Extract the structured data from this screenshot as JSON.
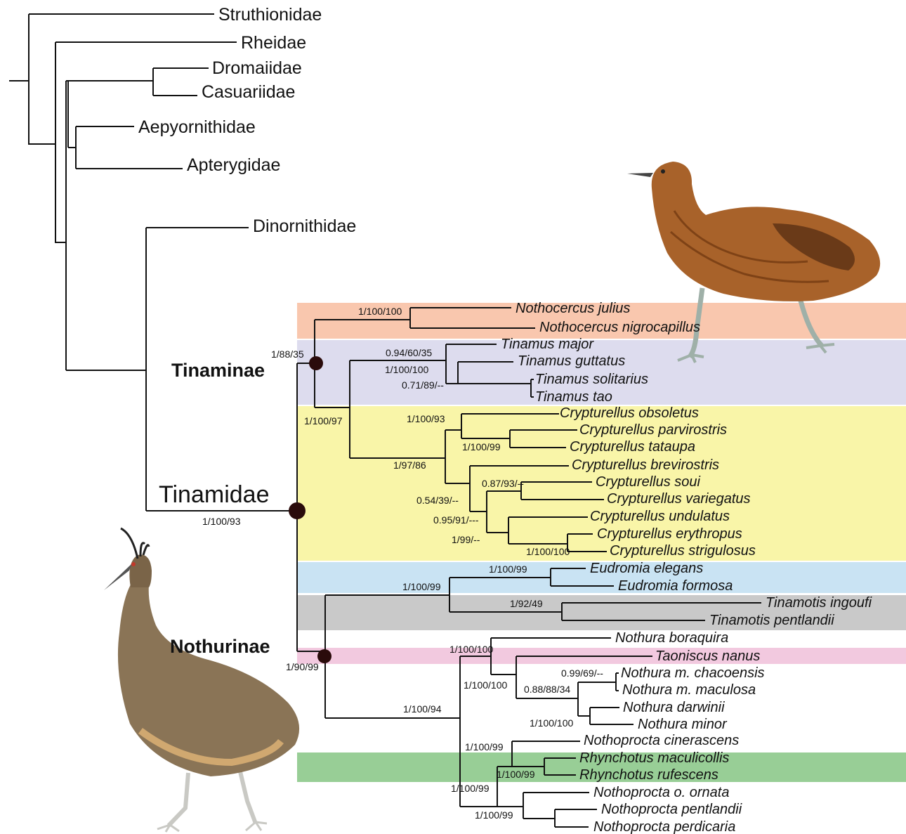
{
  "families": [
    "Struthionidae",
    "Rheidae",
    "Dromaiidae",
    "Casuariidae",
    "Aepyornithidae",
    "Apterygidae",
    "Dinornithidae"
  ],
  "clades": {
    "tinamidae": "Tinamidae",
    "tinaminae": "Tinaminae",
    "nothurinae": "Nothurinae"
  },
  "taxa": [
    "Nothocercus julius",
    "Nothocercus nigrocapillus",
    "Tinamus major",
    "Tinamus guttatus",
    "Tinamus solitarius",
    "Tinamus tao",
    "Crypturellus obsoletus",
    "Crypturellus parvirostris",
    "Crypturellus tataupa",
    "Crypturellus brevirostris",
    "Crypturellus soui",
    "Crypturellus variegatus",
    "Crypturellus undulatus",
    "Crypturellus erythropus",
    "Crypturellus strigulosus",
    "Eudromia elegans",
    "Eudromia formosa",
    "Tinamotis ingoufi",
    "Tinamotis pentlandii",
    "Nothura boraquira",
    "Taoniscus nanus",
    "Nothura m. chacoensis",
    "Nothura m. maculosa",
    "Nothura darwinii",
    "Nothura minor",
    "Nothoprocta cinerascens",
    "Rhynchotus maculicollis",
    "Rhynchotus rufescens",
    "Nothoprocta o. ornata",
    "Nothoprocta pentlandii",
    "Nothoprocta perdicaria"
  ],
  "support": [
    "1/100/93",
    "1/88/35",
    "1/100/97",
    "1/100/100",
    "0.94/60/35",
    "1/100/100",
    "0.71/89/--",
    "1/100/93",
    "1/100/99",
    "1/97/86",
    "0.87/93/--",
    "0.54/39/--",
    "0.95/91/---",
    "1/99/--",
    "1/100/100",
    "1/100/99",
    "1/100/99",
    "1/92/49",
    "1/90/99",
    "1/100/100",
    "0.99/69/--",
    "1/100/100",
    "0.88/88/34",
    "1/100/100",
    "1/100/94",
    "1/100/99",
    "1/100/99",
    "1/100/99",
    "1/100/99"
  ],
  "colors": {
    "nothocercus_band": "#f9c7ae",
    "tinamus_band": "#dddcee",
    "crypturellus_band": "#f9f5a8",
    "eudromia_band": "#c9e3f3",
    "tinamotis_band": "#c9c9c9",
    "taoniscus_band": "#f2c9df",
    "rhynchotus_band": "#98ce96",
    "node_marker": "#2a0b0b",
    "tinamou_body": "#a8622a",
    "crested_tinamou_body": "#8a7456"
  },
  "icons": [
    "tinamou-illustration",
    "crested-tinamou-illustration"
  ]
}
